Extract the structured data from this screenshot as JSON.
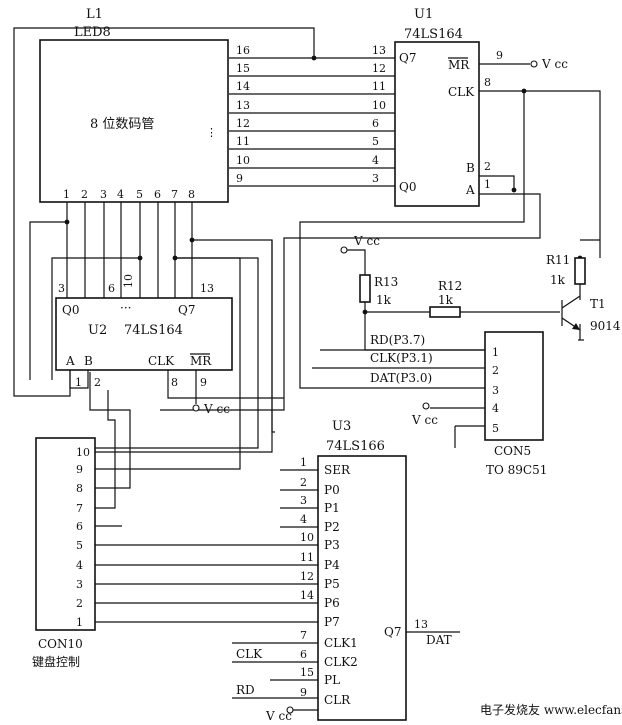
{
  "led": {
    "ref": "L1",
    "part": "LED8",
    "desc": "8 位数码管",
    "right_pins": [
      "16",
      "15",
      "14",
      "13",
      "12",
      "11",
      "10",
      "9"
    ],
    "bottom_pins": [
      "1",
      "2",
      "3",
      "4",
      "5",
      "6",
      "7",
      "8"
    ]
  },
  "u1": {
    "ref": "U1",
    "part": "74LS164",
    "q7": "Q7",
    "q0": "Q0",
    "mr": "MR",
    "clk": "CLK",
    "b": "B",
    "a": "A",
    "left_pins": [
      "13",
      "12",
      "11",
      "10",
      "6",
      "5",
      "4",
      "3"
    ],
    "mr_pin": "9",
    "clk_pin": "8",
    "b_pin": "2",
    "a_pin": "1",
    "vcc": "V cc"
  },
  "u2": {
    "ref": "U2",
    "part": "74LS164",
    "q0": "Q0",
    "q7": "Q7",
    "dots": "···",
    "a": "A",
    "b": "B",
    "clk": "CLK",
    "mr": "MR",
    "pin_q0": "3",
    "pin_6": "6",
    "pin_10": "10",
    "pin_q7": "13",
    "pin_a": "1",
    "pin_b": "2",
    "pin_clk": "8",
    "pin_mr": "9",
    "vcc": "V cc"
  },
  "t1": {
    "ref": "T1",
    "part": "9014"
  },
  "r13": {
    "ref": "R13",
    "value": "1k"
  },
  "r12": {
    "ref": "R12",
    "value": "1k"
  },
  "r11": {
    "ref": "R11",
    "value": "1k"
  },
  "vcc_top": "V cc",
  "con5": {
    "ref": "CON5",
    "to": "TO 89C51",
    "pins": [
      "1",
      "2",
      "3",
      "4",
      "5"
    ],
    "rd": "RD(P3.7)",
    "clk": "CLK(P3.1)",
    "dat": "DAT(P3.0)",
    "vcc": "V cc"
  },
  "u3": {
    "ref": "U3",
    "part": "74LS166",
    "pin_labels": [
      "SER",
      "P0",
      "P1",
      "P2",
      "P3",
      "P4",
      "P5",
      "P6",
      "P7",
      "CLK1",
      "CLK2",
      "PL",
      "CLR"
    ],
    "pin_nums": [
      "1",
      "2",
      "3",
      "4",
      "10",
      "11",
      "12",
      "14",
      "7",
      "6",
      "15",
      "9"
    ],
    "q7": "Q7",
    "q7_pin": "13",
    "dat": "DAT",
    "clk_net": "CLK",
    "rd_net": "RD",
    "vcc": "V cc"
  },
  "con10": {
    "ref": "CON10",
    "desc": "键盘控制",
    "pins": [
      "10",
      "9",
      "8",
      "7",
      "6",
      "5",
      "4",
      "3",
      "2",
      "1"
    ]
  },
  "watermark": "电子发烧友 www.elecfans.com"
}
